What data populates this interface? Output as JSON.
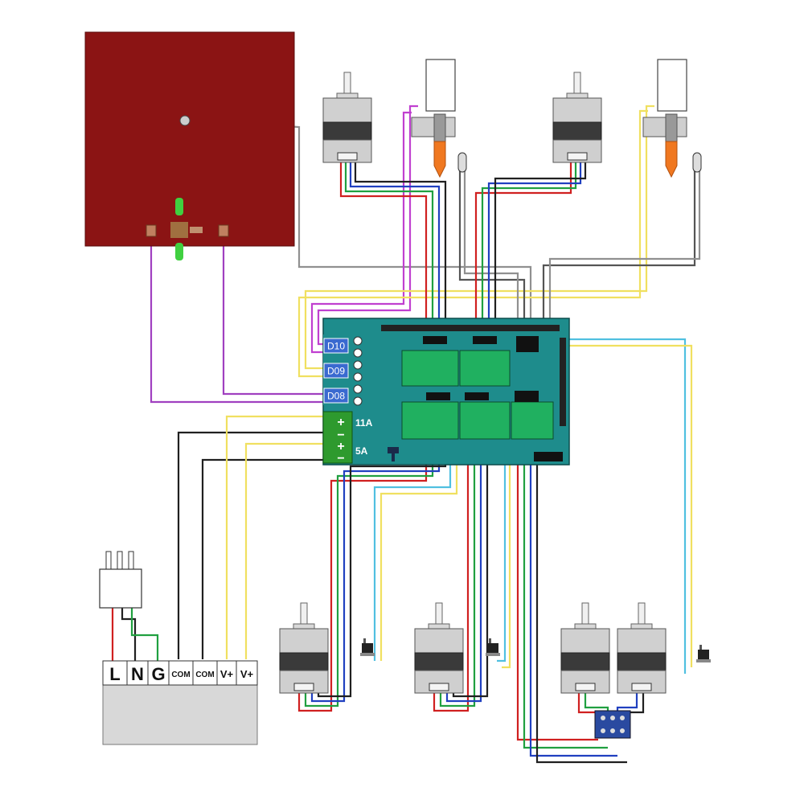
{
  "board": {
    "outputs": [
      "D10",
      "D09",
      "D08"
    ],
    "power_ratings": [
      "11A",
      "5A"
    ],
    "polarity": [
      "+",
      "−",
      "+",
      "−"
    ]
  },
  "psu": {
    "terminals": [
      "L",
      "N",
      "G",
      "COM",
      "COM",
      "V+",
      "V+"
    ]
  },
  "wire_colors": {
    "purple": "#a040c0",
    "magenta": "#c040d0",
    "yellow": "#f0e060",
    "cyan": "#50c0e0",
    "gray": "#909090",
    "black": "#202020",
    "red": "#d02020",
    "green": "#20a040",
    "blue": "#2040c0"
  },
  "component_colors": {
    "heatbed": "#8b1414",
    "board": "#1e8c8c",
    "terminal_block": "#2e9a2e",
    "nozzle": "#f07820",
    "psu_body": "#d8d8d8"
  }
}
